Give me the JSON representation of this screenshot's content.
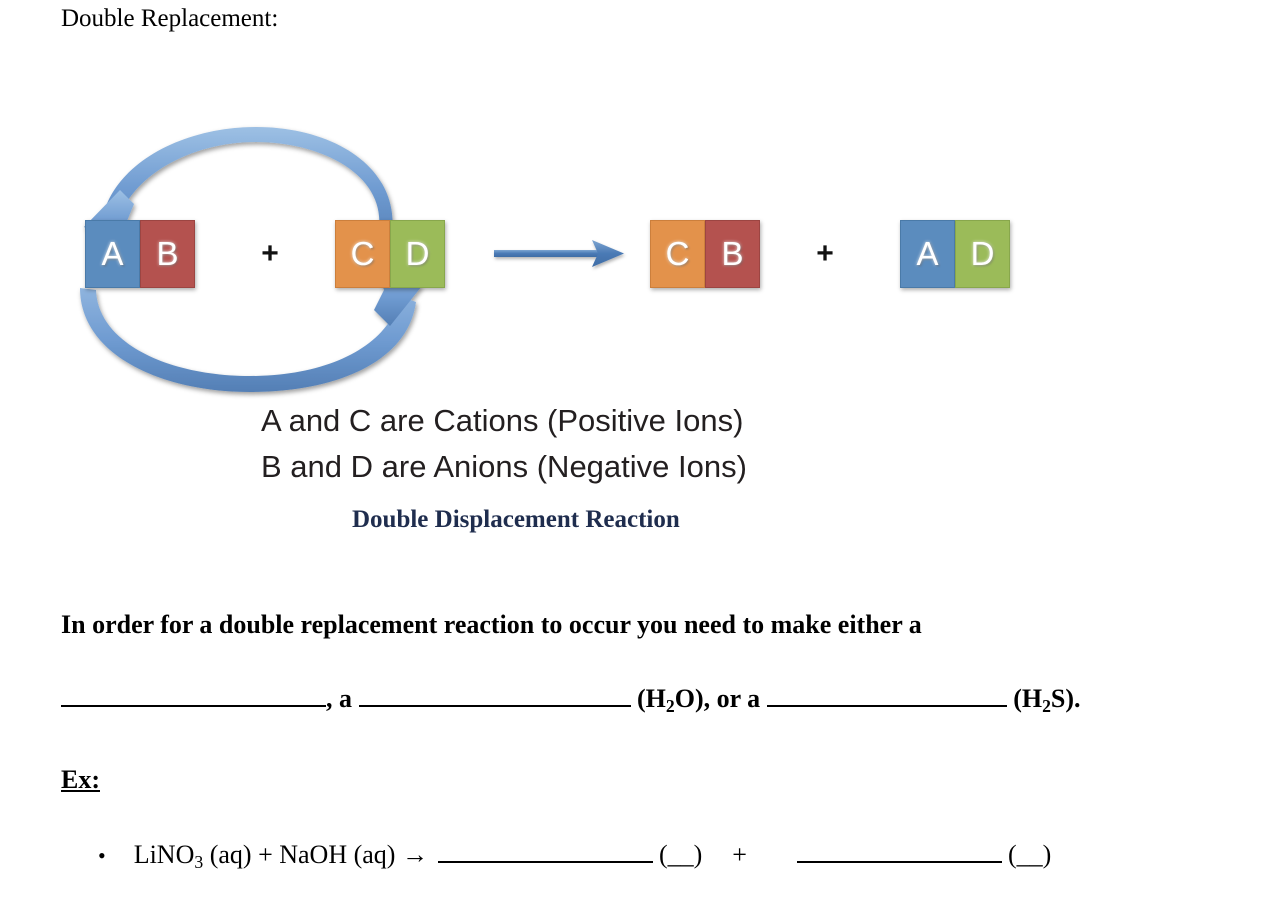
{
  "document": {
    "title": "Double Replacement:"
  },
  "diagram": {
    "reactant_1": {
      "left": {
        "label": "A",
        "color": "#5b8cbe"
      },
      "right": {
        "label": "B",
        "color": "#b4524f"
      }
    },
    "reactant_2": {
      "left": {
        "label": "C",
        "color": "#e3924b"
      },
      "right": {
        "label": "D",
        "color": "#9bbb59"
      }
    },
    "product_1": {
      "left": {
        "label": "C",
        "color": "#e3924b"
      },
      "right": {
        "label": "B",
        "color": "#b4524f"
      }
    },
    "product_2": {
      "left": {
        "label": "A",
        "color": "#5b8cbe"
      },
      "right": {
        "label": "D",
        "color": "#9bbb59"
      }
    },
    "plus_1": "+",
    "plus_2": "+",
    "swap_arrow_color": "#6f9bd1",
    "reaction_arrow_color": "#4a7ab5",
    "caption_line_1": "A and C are Cations (Positive Ions)",
    "caption_line_2": "B and D are Anions (Negative Ions)",
    "subtitle": "Double Displacement Reaction",
    "subtitle_color": "#1f2d4e"
  },
  "prose": {
    "line_1": "In order for a double replacement reaction to occur you need to make either a",
    "comma_a": ", a ",
    "h2o_open": "(H",
    "h2o_sub": "2",
    "h2o_close": "O), or a ",
    "h2s_open": "(H",
    "h2s_sub": "2",
    "h2s_close": "S)."
  },
  "example": {
    "label": "Ex:",
    "bullet": "•",
    "equation_prefix": "LiNO",
    "equation_sub": "3",
    "equation_mid": " (aq) + NaOH (aq) →",
    "blank_paren_1": "(__)",
    "operator": "+",
    "blank_paren_2": "(__)"
  }
}
